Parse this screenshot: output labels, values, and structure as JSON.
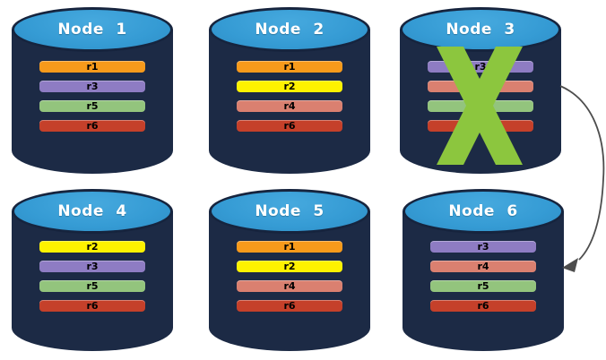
{
  "colors": {
    "background": "#FFFFFF",
    "cylinder_body": "#1C2A45",
    "cylinder_top": "#359BD4",
    "cylinder_top_border": "#16243E",
    "node_title_text": "#FFFFFF",
    "replica_label_text": "#000000",
    "failure_x": "#8CC63E",
    "arrow": "#4D4D4D"
  },
  "replica_colors": {
    "r1_orange": "#F79A1B",
    "r2_yellow": "#FEF200",
    "r3_purple": "#8E7CC3",
    "r4_salmon": "#DA8070",
    "r5_green": "#93C47D",
    "r6_red": "#C5402A"
  },
  "nodes": [
    {
      "title": "Node 1",
      "replicas": [
        {
          "label": "r1",
          "color": "#F79A1B"
        },
        {
          "label": "r3",
          "color": "#8E7CC3"
        },
        {
          "label": "r5",
          "color": "#93C47D"
        },
        {
          "label": "r6",
          "color": "#C5402A"
        }
      ]
    },
    {
      "title": "Node 2",
      "replicas": [
        {
          "label": "r1",
          "color": "#F79A1B"
        },
        {
          "label": "r2",
          "color": "#FEF200"
        },
        {
          "label": "r4",
          "color": "#DA8070"
        },
        {
          "label": "r6",
          "color": "#C5402A"
        }
      ]
    },
    {
      "title": "Node 3",
      "failed": true,
      "replicas": [
        {
          "label": "r3",
          "color": "#8E7CC3"
        },
        {
          "label": "",
          "color": "#DA8070"
        },
        {
          "label": "",
          "color": "#93C47D"
        },
        {
          "label": "",
          "color": "#C5402A"
        }
      ]
    },
    {
      "title": "Node 4",
      "replicas": [
        {
          "label": "r2",
          "color": "#FEF200"
        },
        {
          "label": "r3",
          "color": "#8E7CC3"
        },
        {
          "label": "r5",
          "color": "#93C47D"
        },
        {
          "label": "r6",
          "color": "#C5402A"
        }
      ]
    },
    {
      "title": "Node 5",
      "replicas": [
        {
          "label": "r1",
          "color": "#F79A1B"
        },
        {
          "label": "r2",
          "color": "#FEF200"
        },
        {
          "label": "r4",
          "color": "#DA8070"
        },
        {
          "label": "r6",
          "color": "#C5402A"
        }
      ]
    },
    {
      "title": "Node 6",
      "replicas": [
        {
          "label": "r3",
          "color": "#8E7CC3"
        },
        {
          "label": "r4",
          "color": "#DA8070"
        },
        {
          "label": "r5",
          "color": "#93C47D"
        },
        {
          "label": "r6",
          "color": "#C5402A"
        }
      ]
    }
  ],
  "failure_marker": {
    "on_node": "Node 3",
    "shape": "green-x-cross"
  },
  "arrow": {
    "from_node": "Node 3",
    "to_node": "Node 6",
    "style": "curved"
  }
}
